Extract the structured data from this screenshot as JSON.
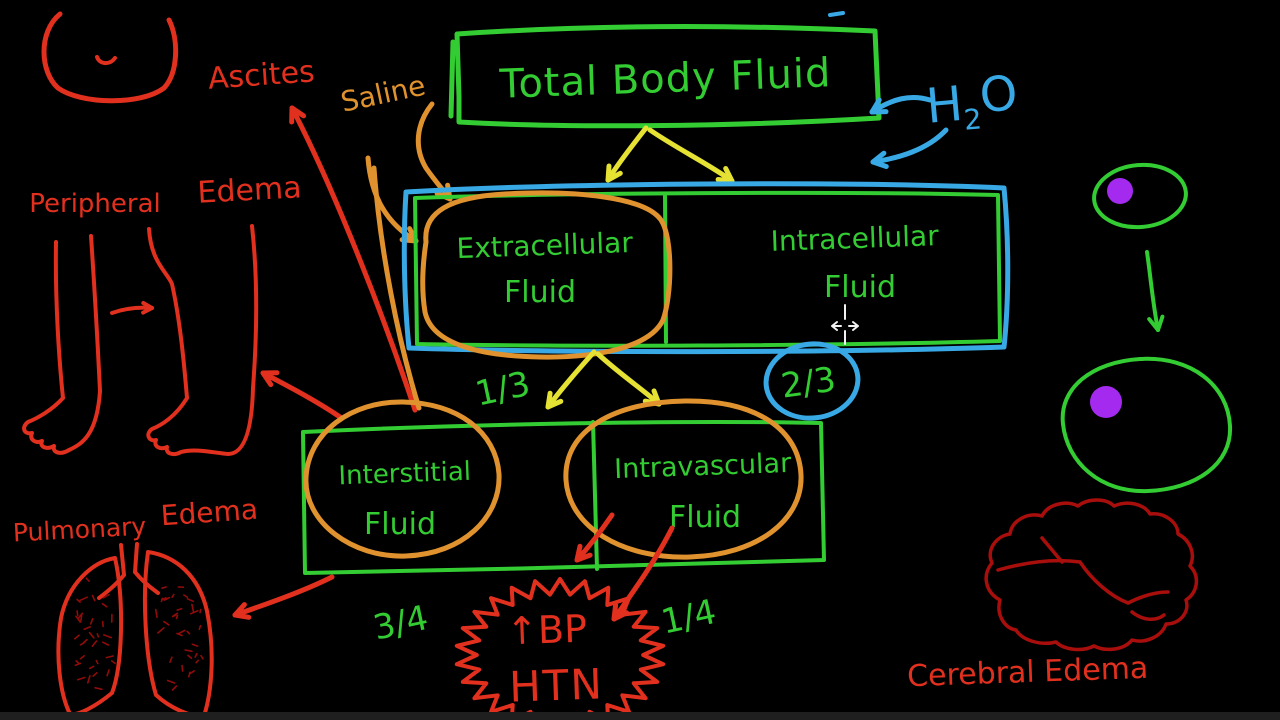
{
  "colors": {
    "green": "#33CC33",
    "blue": "#39A9E6",
    "yellow": "#E6E233",
    "orange": "#E0922F",
    "red": "#E2301F",
    "dark_red": "#A80E0C",
    "purple": "#A32AEE",
    "white": "#F2F2F2",
    "background": "#000000",
    "bottom_bar": "#1F1F1F"
  },
  "fluid_tree": {
    "root": {
      "label": "Total Body Fluid"
    },
    "extracellular": {
      "name": "Extracellular",
      "word": "Fluid",
      "fraction": "1/3"
    },
    "intracellular": {
      "name": "Intracellular",
      "word": "Fluid",
      "fraction": "2/3"
    },
    "interstitial": {
      "name": "Interstitial",
      "word": "Fluid",
      "fraction": "3/4"
    },
    "intravascular": {
      "name": "Intravascular",
      "word": "Fluid",
      "fraction": "1/4"
    }
  },
  "labels": {
    "saline": "Saline",
    "h2o": {
      "h": "H",
      "sub": "2",
      "o": "O"
    },
    "ascites": "Ascites",
    "peripheral_edema": {
      "word1": "Peripheral",
      "word2": "Edema"
    },
    "pulmonary_edema": {
      "word1": "Pulmonary",
      "word2": "Edema"
    },
    "cerebral_edema": "Cerebral Edema",
    "bp": "↑BP",
    "htn": "HTN"
  }
}
